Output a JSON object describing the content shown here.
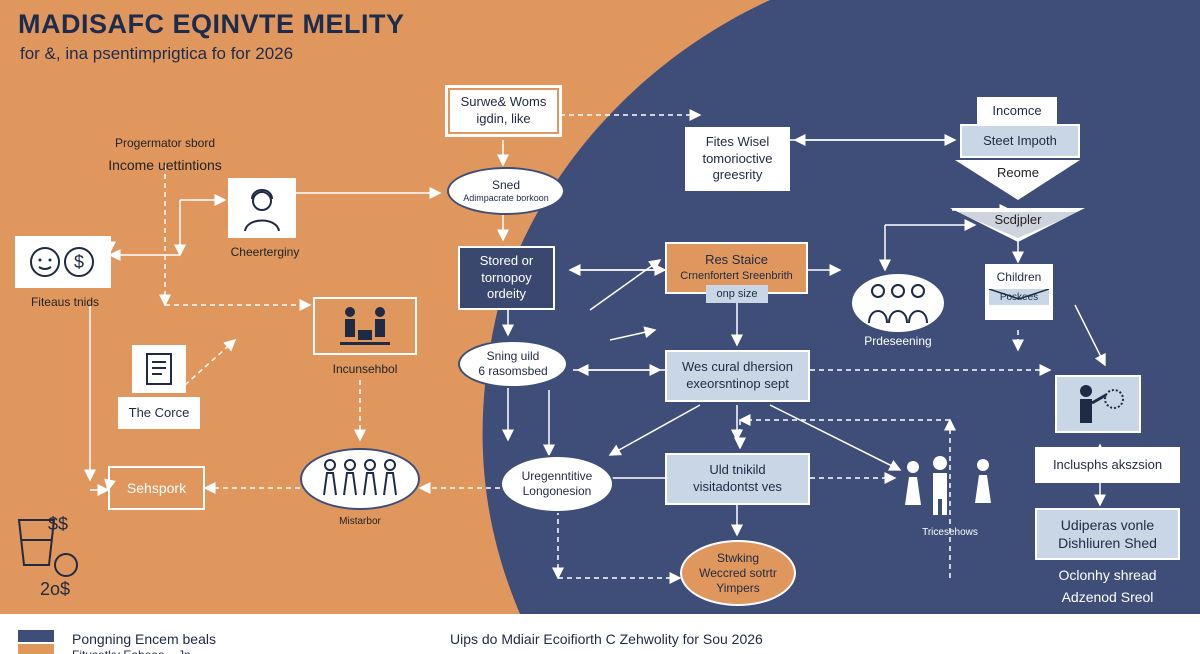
{
  "header": {
    "title": "MADISAFC EQINVTE MELITY",
    "subtitle": "for &, ina psentimprigtica fo for 2026"
  },
  "nodes": {
    "survey": [
      "Surwe& Woms",
      "igdin, like"
    ],
    "snead": [
      "Sned",
      "Adimpacrate borkoon"
    ],
    "progmentor": [
      "Progermator sbord",
      "Income uettintions"
    ],
    "cheerg": "Cheerterginy",
    "fiteaus": "Fiteaus tnids",
    "insunsheol": "Incunsehbol",
    "core": "The Corce",
    "seshspork": "Sehspork",
    "mitarbor": "Mistarbor",
    "stored": [
      "Stored or",
      "tornopoy",
      "ordeity"
    ],
    "sning": [
      "Sning uild",
      "6 rasomsbed"
    ],
    "urgen": [
      "Uregenntitive",
      "Longonesion"
    ],
    "stwking": [
      "Stwking",
      "Weccred sotrtr",
      "Yimpers"
    ],
    "fites": [
      "Fites Wisel",
      "tomorioctive",
      "greesrity"
    ],
    "resstaice": [
      "Res Staice",
      "Crnenfortert Sreenbrith"
    ],
    "onpsize": "onp size",
    "wescural": [
      "Wes cural dhersion",
      "exeorsntinop sept"
    ],
    "uldtnild": [
      "Uld tnikild",
      "visitadontst ves"
    ],
    "triceshows": "Tricesehows",
    "prdesening": "Prdeseening",
    "income": "Incomce",
    "steet": "Steet Impoth",
    "reome": "Reome",
    "scdjpler": "Scdjpler",
    "children": "Children",
    "poskees": "Poskees",
    "inclusphs": "Inclusphs akszsion",
    "udiperas": [
      "Udiperas vonle",
      "Dishliuren Shed"
    ],
    "oclonhy": [
      "Oclonhy shread",
      "Adzenod Sreol"
    ]
  },
  "money_sign": "$$",
  "money_sign_2": "2o$",
  "footer": {
    "left_line1": "Pongning Encem beals",
    "left_line2": "Fitusetky Eaheea... Jn",
    "center": "Uips do Mdiair Ecoifiorth C Zehwolity for Sou 2026"
  },
  "colors": {
    "orange": "#e0975e",
    "navy": "#3f4e78",
    "white": "#ffffff"
  }
}
